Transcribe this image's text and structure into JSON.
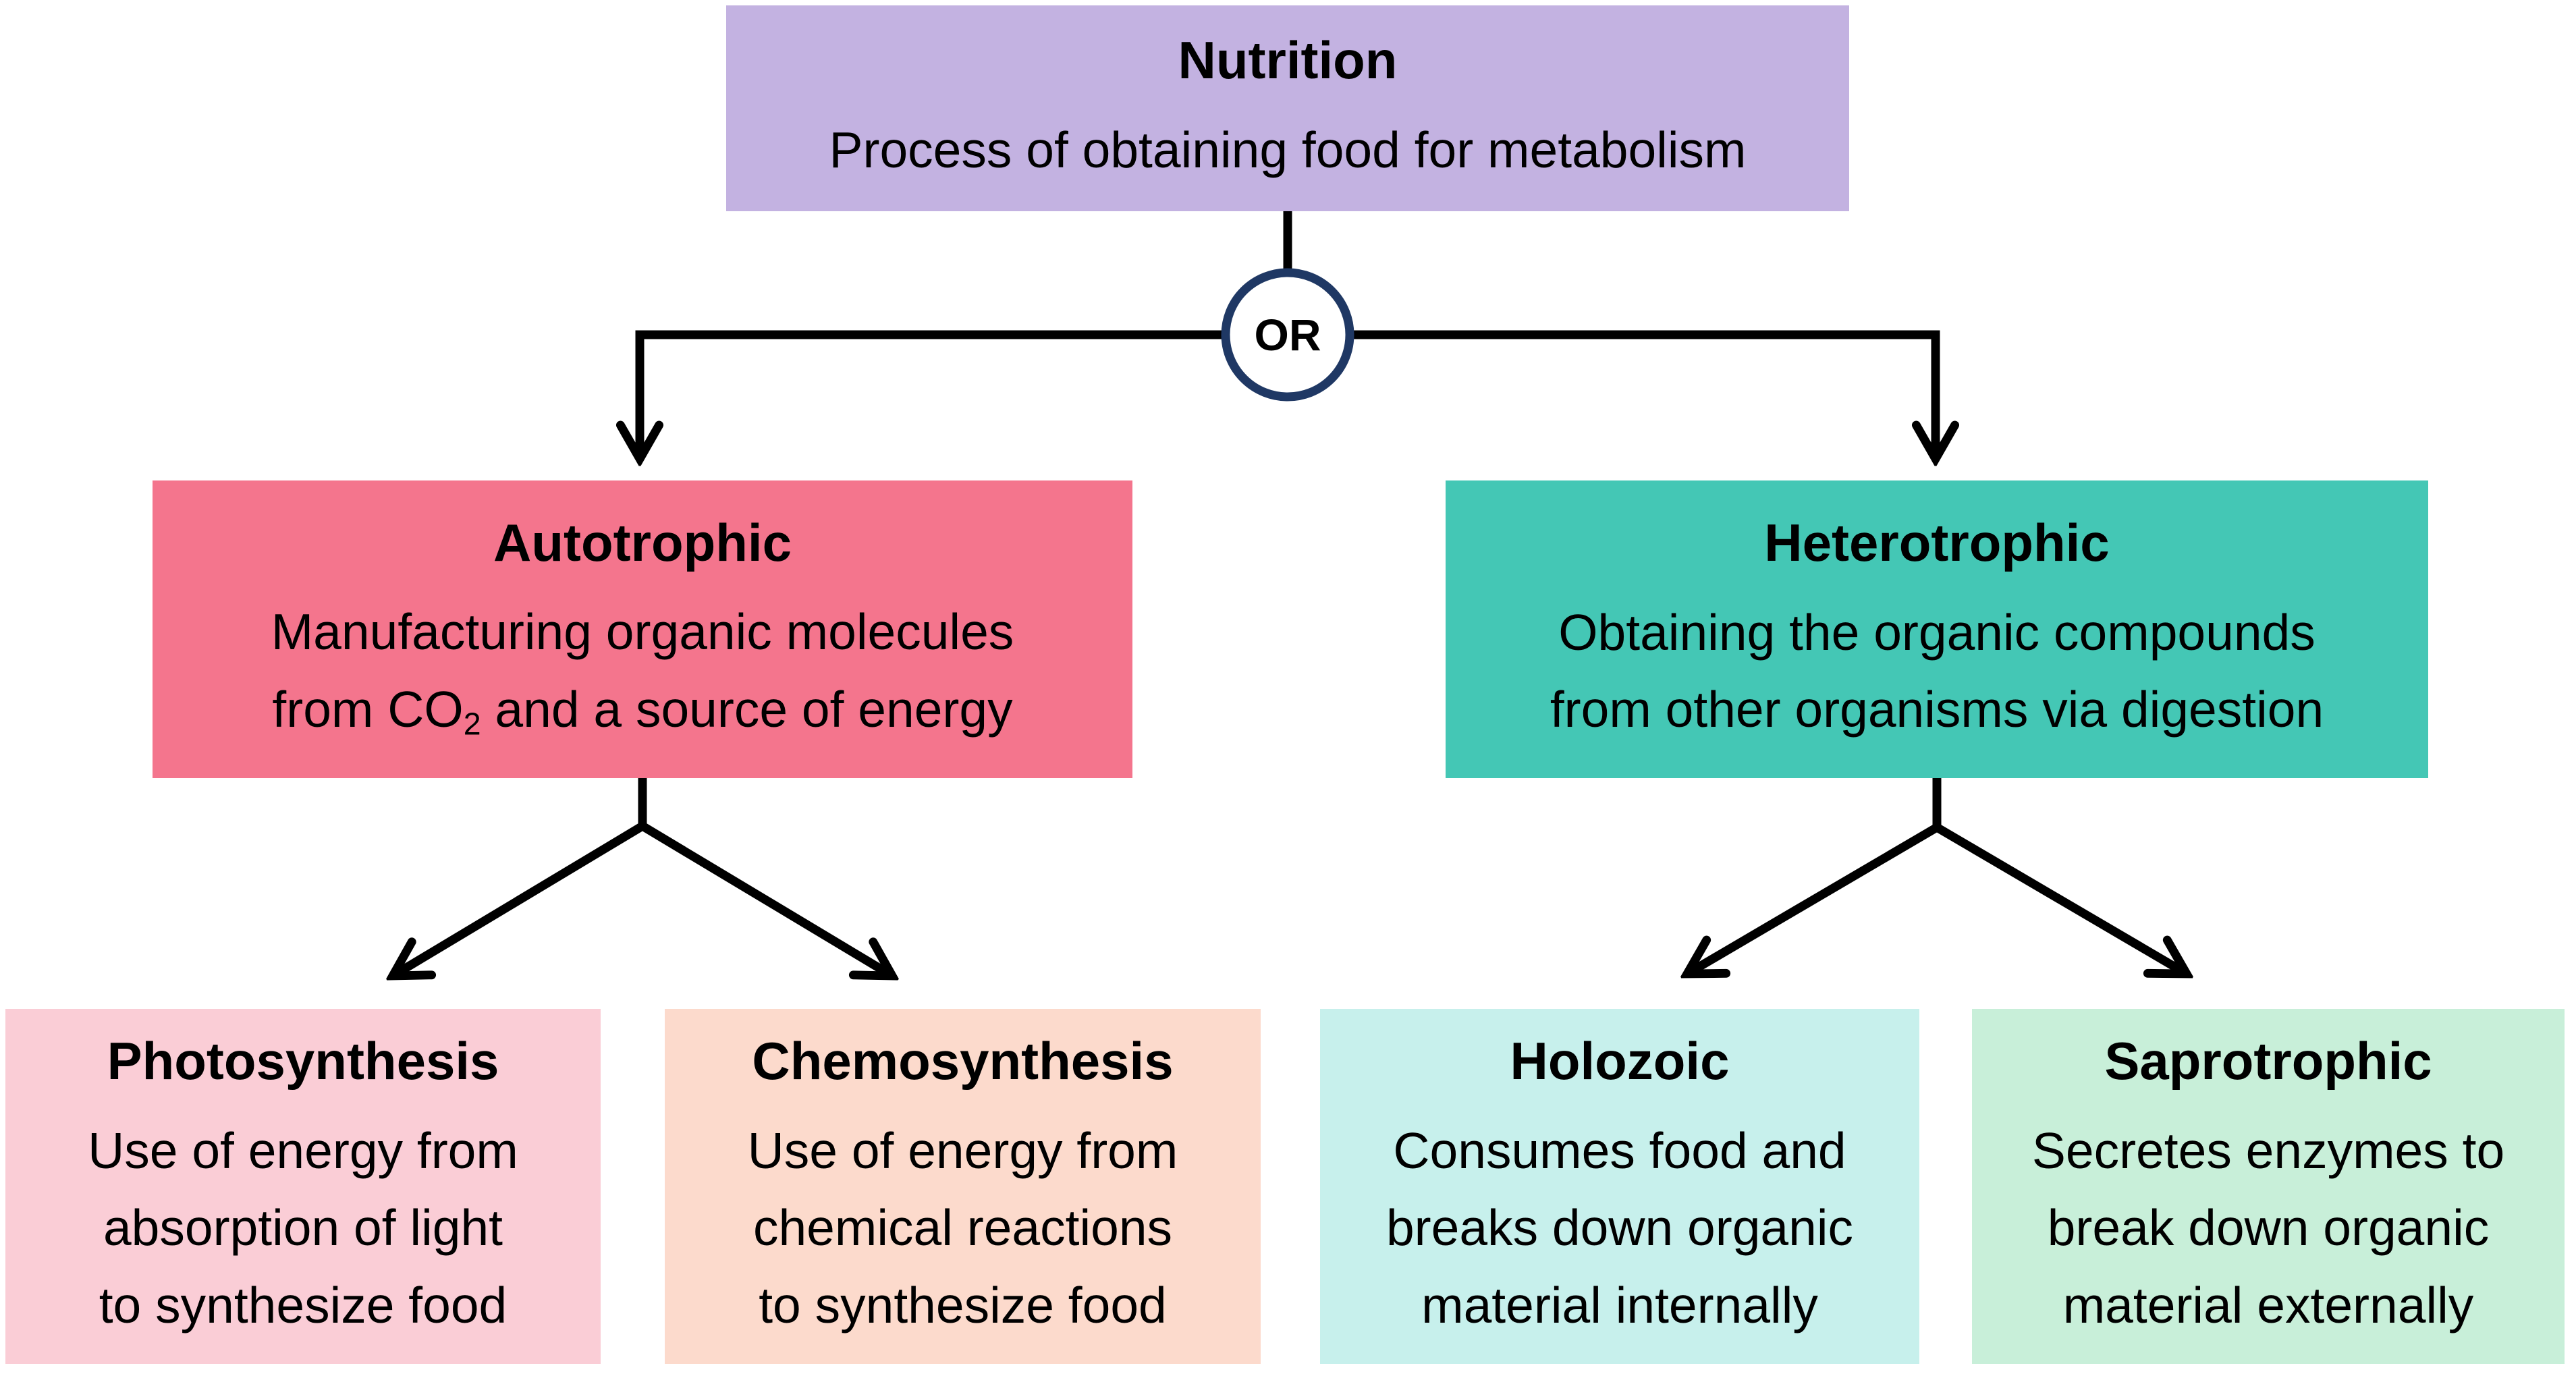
{
  "or_label": "OR",
  "colors": {
    "nutrition": "#C3B2E1",
    "autotrophic": "#F4758D",
    "heterotrophic": "#44C7B5",
    "photosynthesis": "#FACDD6",
    "chemosynthesis": "#FCDACC",
    "holozoic": "#C7F0EC",
    "saprotrophic": "#C8EFD9",
    "or_circle_border": "#1F3864",
    "or_circle_fill": "#FFFFFF",
    "connector": "#000000"
  },
  "nutrition": {
    "title": "Nutrition",
    "description": "Process of obtaining food for metabolism"
  },
  "autotrophic": {
    "title": "Autotrophic",
    "line1": "Manufacturing organic molecules",
    "line2_pre": "from CO",
    "line2_sub": "2",
    "line2_post": " and a source of energy"
  },
  "heterotrophic": {
    "title": "Heterotrophic",
    "lines": [
      "Obtaining the organic compounds",
      "from other organisms via digestion"
    ]
  },
  "photosynthesis": {
    "title": "Photosynthesis",
    "lines": [
      "Use of energy from",
      "absorption of light",
      "to synthesize food"
    ]
  },
  "chemosynthesis": {
    "title": "Chemosynthesis",
    "lines": [
      "Use of energy from",
      "chemical reactions",
      "to synthesize food"
    ]
  },
  "holozoic": {
    "title": "Holozoic",
    "lines": [
      "Consumes food and",
      "breaks down organic",
      "material internally"
    ]
  },
  "saprotrophic": {
    "title": "Saprotrophic",
    "lines": [
      "Secretes enzymes to",
      "break down organic",
      "material externally"
    ]
  }
}
